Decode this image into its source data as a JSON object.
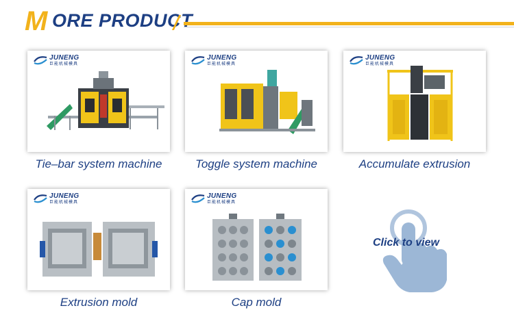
{
  "header": {
    "title_first_letter": "M",
    "title_rest": "ORE PRODUCT"
  },
  "products": [
    {
      "logo_brand": "JUNENG",
      "logo_cn": "巨能机械模具",
      "caption": "Tie–bar system machine",
      "image": "tie-bar-blow-molding-machine"
    },
    {
      "logo_brand": "JUNENG",
      "logo_cn": "巨能机械模具",
      "caption": "Toggle system machine",
      "image": "toggle-blow-molding-machine"
    },
    {
      "logo_brand": "JUNENG",
      "logo_cn": "巨能机械模具",
      "caption": "Accumulate extrusion",
      "image": "accumulate-extrusion-machine"
    },
    {
      "logo_brand": "JUNENG",
      "logo_cn": "巨能机械模具",
      "caption": "Extrusion mold",
      "image": "extrusion-mold"
    },
    {
      "logo_brand": "JUNENG",
      "logo_cn": "巨能机械模具",
      "caption": "Cap mold",
      "image": "cap-mold"
    }
  ],
  "cta": {
    "label": "Click to view",
    "icon": "tap-hand-icon"
  },
  "colors": {
    "brand_blue": "#1d3f83",
    "accent_yellow": "#f2b21b",
    "machine_yellow": "#f0c419"
  }
}
